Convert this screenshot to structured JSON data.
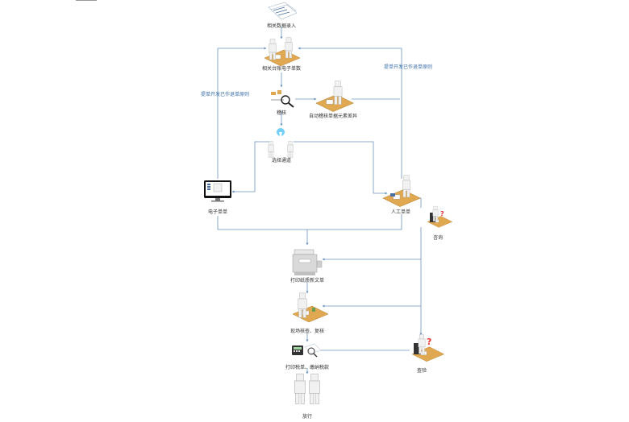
{
  "colors": {
    "line": "#6b93bf",
    "label_blue": "#3a6fa8",
    "desk": "#e0a851",
    "person": "#f1f1f1",
    "outline": "#b9b9b9",
    "question": "#e53935"
  },
  "nodes": {
    "data_import": {
      "label": "相关数据录入",
      "icon": "documents-icon"
    },
    "e_ledger": {
      "label": "相关台账电子单数",
      "icon": "desk-workers-icon"
    },
    "inspect": {
      "label": "稽核",
      "icon": "magnifier-icon"
    },
    "auto_verify": {
      "label": "自动稽核单据元素差异",
      "icon": "desk-worker-icon"
    },
    "choose_channel": {
      "label": "选择通道",
      "icon": "idea-people-icon"
    },
    "e_form": {
      "label": "电子单单",
      "icon": "monitor-icon"
    },
    "manual": {
      "label": "人工单单",
      "icon": "desk-worker-icon"
    },
    "consult": {
      "label": "咨询",
      "icon": "question-worker-icon"
    },
    "print": {
      "label": "打印纸质新文单",
      "icon": "printer-icon"
    },
    "onsite": {
      "label": "现场核查、复核",
      "icon": "desk-worker-icon"
    },
    "review": {
      "label": "查验",
      "icon": "question-worker-icon"
    },
    "print_tax": {
      "label": "打印税单、缴纳税款",
      "icon": "calculator-icon"
    },
    "release": {
      "label": "放行",
      "icon": "people-icon"
    }
  },
  "edges": {
    "left_return": "提单开发已作退单原则",
    "right_return": "提单开发已作退单原则"
  }
}
